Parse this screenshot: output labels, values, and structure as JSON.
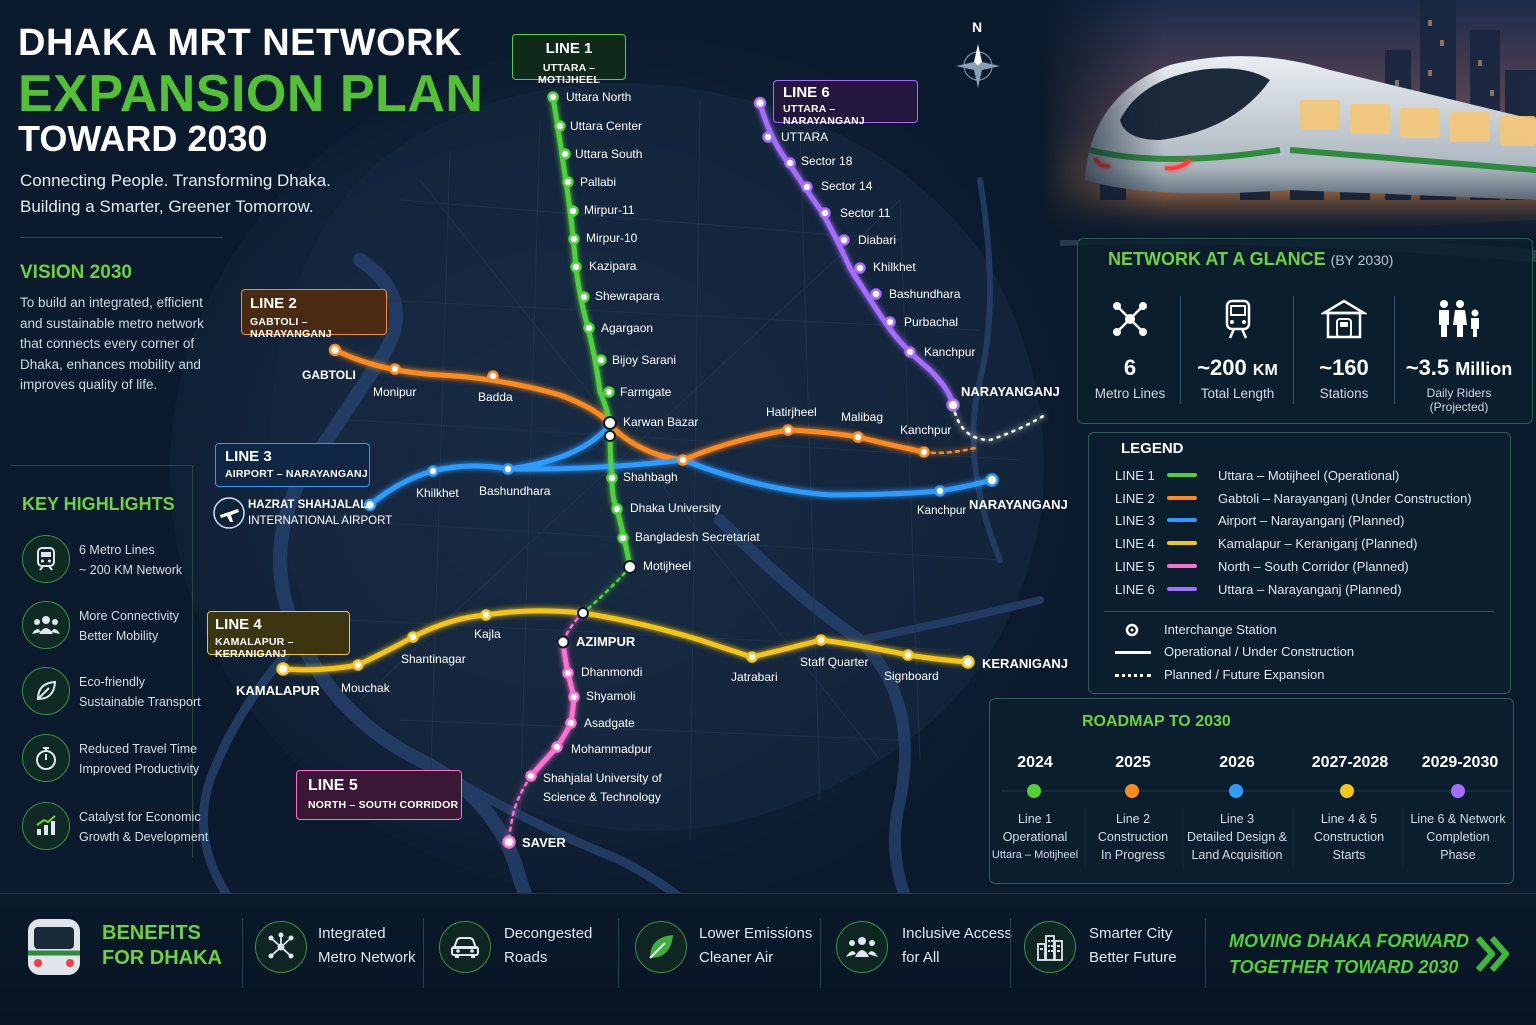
{
  "header": {
    "title_line1": "DHAKA MRT NETWORK",
    "title_line2": "EXPANSION PLAN",
    "title_line3": "TOWARD 2030",
    "tagline_1": "Connecting People. Transforming Dhaka.",
    "tagline_2": "Building a Smarter, Greener Tomorrow."
  },
  "vision": {
    "heading": "VISION 2030",
    "text": "To build an integrated, efficient and sustainable metro network that connects every corner of Dhaka, enhances mobility and improves quality of life."
  },
  "key_highlights": {
    "heading": "KEY HIGHLIGHTS",
    "items": [
      {
        "line1": "6 Metro Lines",
        "line2": "~ 200 KM Network",
        "icon": "metro-train-icon"
      },
      {
        "line1": "More Connectivity",
        "line2": "Better Mobility",
        "icon": "people-group-icon"
      },
      {
        "line1": "Eco-friendly",
        "line2": "Sustainable Transport",
        "icon": "leaf-icon"
      },
      {
        "line1": "Reduced Travel Time",
        "line2": "Improved Productivity",
        "icon": "stopwatch-icon"
      },
      {
        "line1": "Catalyst for Economic",
        "line2": "Growth & Development",
        "icon": "growth-chart-icon"
      }
    ]
  },
  "compass": {
    "label": "N"
  },
  "lines": {
    "line1": {
      "name": "LINE 1",
      "route": "UTTARA – MOTIJHEEL",
      "color": "#4fd13a",
      "stations": [
        "Uttara North",
        "Uttara Center",
        "Uttara South",
        "Pallabi",
        "Mirpur-11",
        "Mirpur-10",
        "Kazipara",
        "Shewrapara",
        "Agargaon",
        "Bijoy Sarani",
        "Farmgate",
        "Karwan Bazar",
        "Shahbagh",
        "Dhaka University",
        "Bangladesh Secretariat",
        "Motijheel"
      ]
    },
    "line2": {
      "name": "LINE 2",
      "route": "GABTOLI – NARAYANGANJ",
      "color": "#ff8a1e",
      "stations": [
        "GABTOLI",
        "Monipur",
        "Badda",
        "Hatirjheel",
        "Malibag",
        "Kanchpur"
      ]
    },
    "line3": {
      "name": "LINE 3",
      "route": "AIRPORT – NARAYANGANJ",
      "color": "#2f9bff",
      "stations": [
        "HAZRAT SHAHJALAL",
        "INTERNATIONAL AIRPORT",
        "Khilkhet",
        "Bashundhara",
        "Kanchpur",
        "NARAYANGANJ"
      ]
    },
    "line4": {
      "name": "LINE 4",
      "route": "KAMALAPUR – KERANIGANJ",
      "color": "#f5c518",
      "stations": [
        "KAMALAPUR",
        "Mouchak",
        "Shantinagar",
        "Kajla",
        "Jatrabari",
        "Staff Quarter",
        "Signboard",
        "KERANIGANJ"
      ]
    },
    "line5": {
      "name": "LINE 5",
      "route": "NORTH – SOUTH CORRIDOR",
      "color": "#ff6fd0",
      "stations": [
        "AZIMPUR",
        "Dhanmondi",
        "Shyamoli",
        "Asadgate",
        "Mohammadpur",
        "Shahjalal University of",
        "Science & Technology",
        "SAVER"
      ]
    },
    "line6": {
      "name": "LINE 6",
      "route": "UTTARA – NARAYANGANJ",
      "color": "#a66cff",
      "stations": [
        "UTTARA",
        "Sector 18",
        "Sector 14",
        "Sector 11",
        "Diabari",
        "Khilkhet",
        "Bashundhara",
        "Purbachal",
        "Kanchpur",
        "NARAYANGANJ"
      ]
    }
  },
  "glance": {
    "heading": "NETWORK AT A GLANCE",
    "heading_sub": "(BY 2030)",
    "stats": [
      {
        "value": "6",
        "unit": "",
        "label": "Metro Lines",
        "icon": "network-nodes-icon"
      },
      {
        "value": "~200",
        "unit": "KM",
        "label": "Total Length",
        "icon": "train-front-icon"
      },
      {
        "value": "~160",
        "unit": "",
        "label": "Stations",
        "icon": "station-building-icon"
      },
      {
        "value": "~3.5",
        "unit": "Million",
        "label": "Daily Riders (Projected)",
        "icon": "family-riders-icon"
      }
    ]
  },
  "legend": {
    "heading": "LEGEND",
    "rows": [
      {
        "line": "LINE 1",
        "desc": "Uttara – Motijheel (Operational)",
        "color": "#4fd13a"
      },
      {
        "line": "LINE 2",
        "desc": "Gabtoli – Narayanganj (Under Construction)",
        "color": "#ff8a1e"
      },
      {
        "line": "LINE 3",
        "desc": "Airport – Narayanganj (Planned)",
        "color": "#2f9bff"
      },
      {
        "line": "LINE 4",
        "desc": "Kamalapur – Keraniganj (Planned)",
        "color": "#f5c518"
      },
      {
        "line": "LINE 5",
        "desc": "North – South Corridor (Planned)",
        "color": "#ff6fd0"
      },
      {
        "line": "LINE 6",
        "desc": "Uttara – Narayanganj (Planned)",
        "color": "#a66cff"
      }
    ],
    "interchange": "Interchange Station",
    "operational": "Operational / Under Construction",
    "planned": "Planned / Future Expansion"
  },
  "roadmap": {
    "heading": "ROADMAP TO 2030",
    "steps": [
      {
        "year": "2024",
        "l1": "Line 1",
        "l2": "Operational",
        "l3": "Uttara – Motijheel",
        "color": "#4fd13a"
      },
      {
        "year": "2025",
        "l1": "Line 2",
        "l2": "Construction",
        "l3": "In Progress",
        "color": "#ff8a1e"
      },
      {
        "year": "2026",
        "l1": "Line 3",
        "l2": "Detailed Design &",
        "l3": "Land Acquisition",
        "color": "#2f9bff"
      },
      {
        "year": "2027-2028",
        "l1": "Line 4 & 5",
        "l2": "Construction",
        "l3": "Starts",
        "color": "#f5c518"
      },
      {
        "year": "2029-2030",
        "l1": "Line 6 & Network",
        "l2": "Completion",
        "l3": "Phase",
        "color": "#a66cff"
      }
    ]
  },
  "benefits": {
    "heading_1": "BENEFITS",
    "heading_2": "FOR DHAKA",
    "items": [
      {
        "l1": "Integrated",
        "l2": "Metro Network",
        "icon": "network-icon"
      },
      {
        "l1": "Decongested",
        "l2": "Roads",
        "icon": "car-icon"
      },
      {
        "l1": "Lower Emissions",
        "l2": "Cleaner Air",
        "icon": "leaf-icon"
      },
      {
        "l1": "Inclusive Access",
        "l2": "for All",
        "icon": "people-icon"
      },
      {
        "l1": "Smarter City",
        "l2": "Better Future",
        "icon": "city-buildings-icon"
      }
    ],
    "slogan_1": "MOVING DHAKA FORWARD",
    "slogan_2": "TOGETHER TOWARD 2030"
  }
}
